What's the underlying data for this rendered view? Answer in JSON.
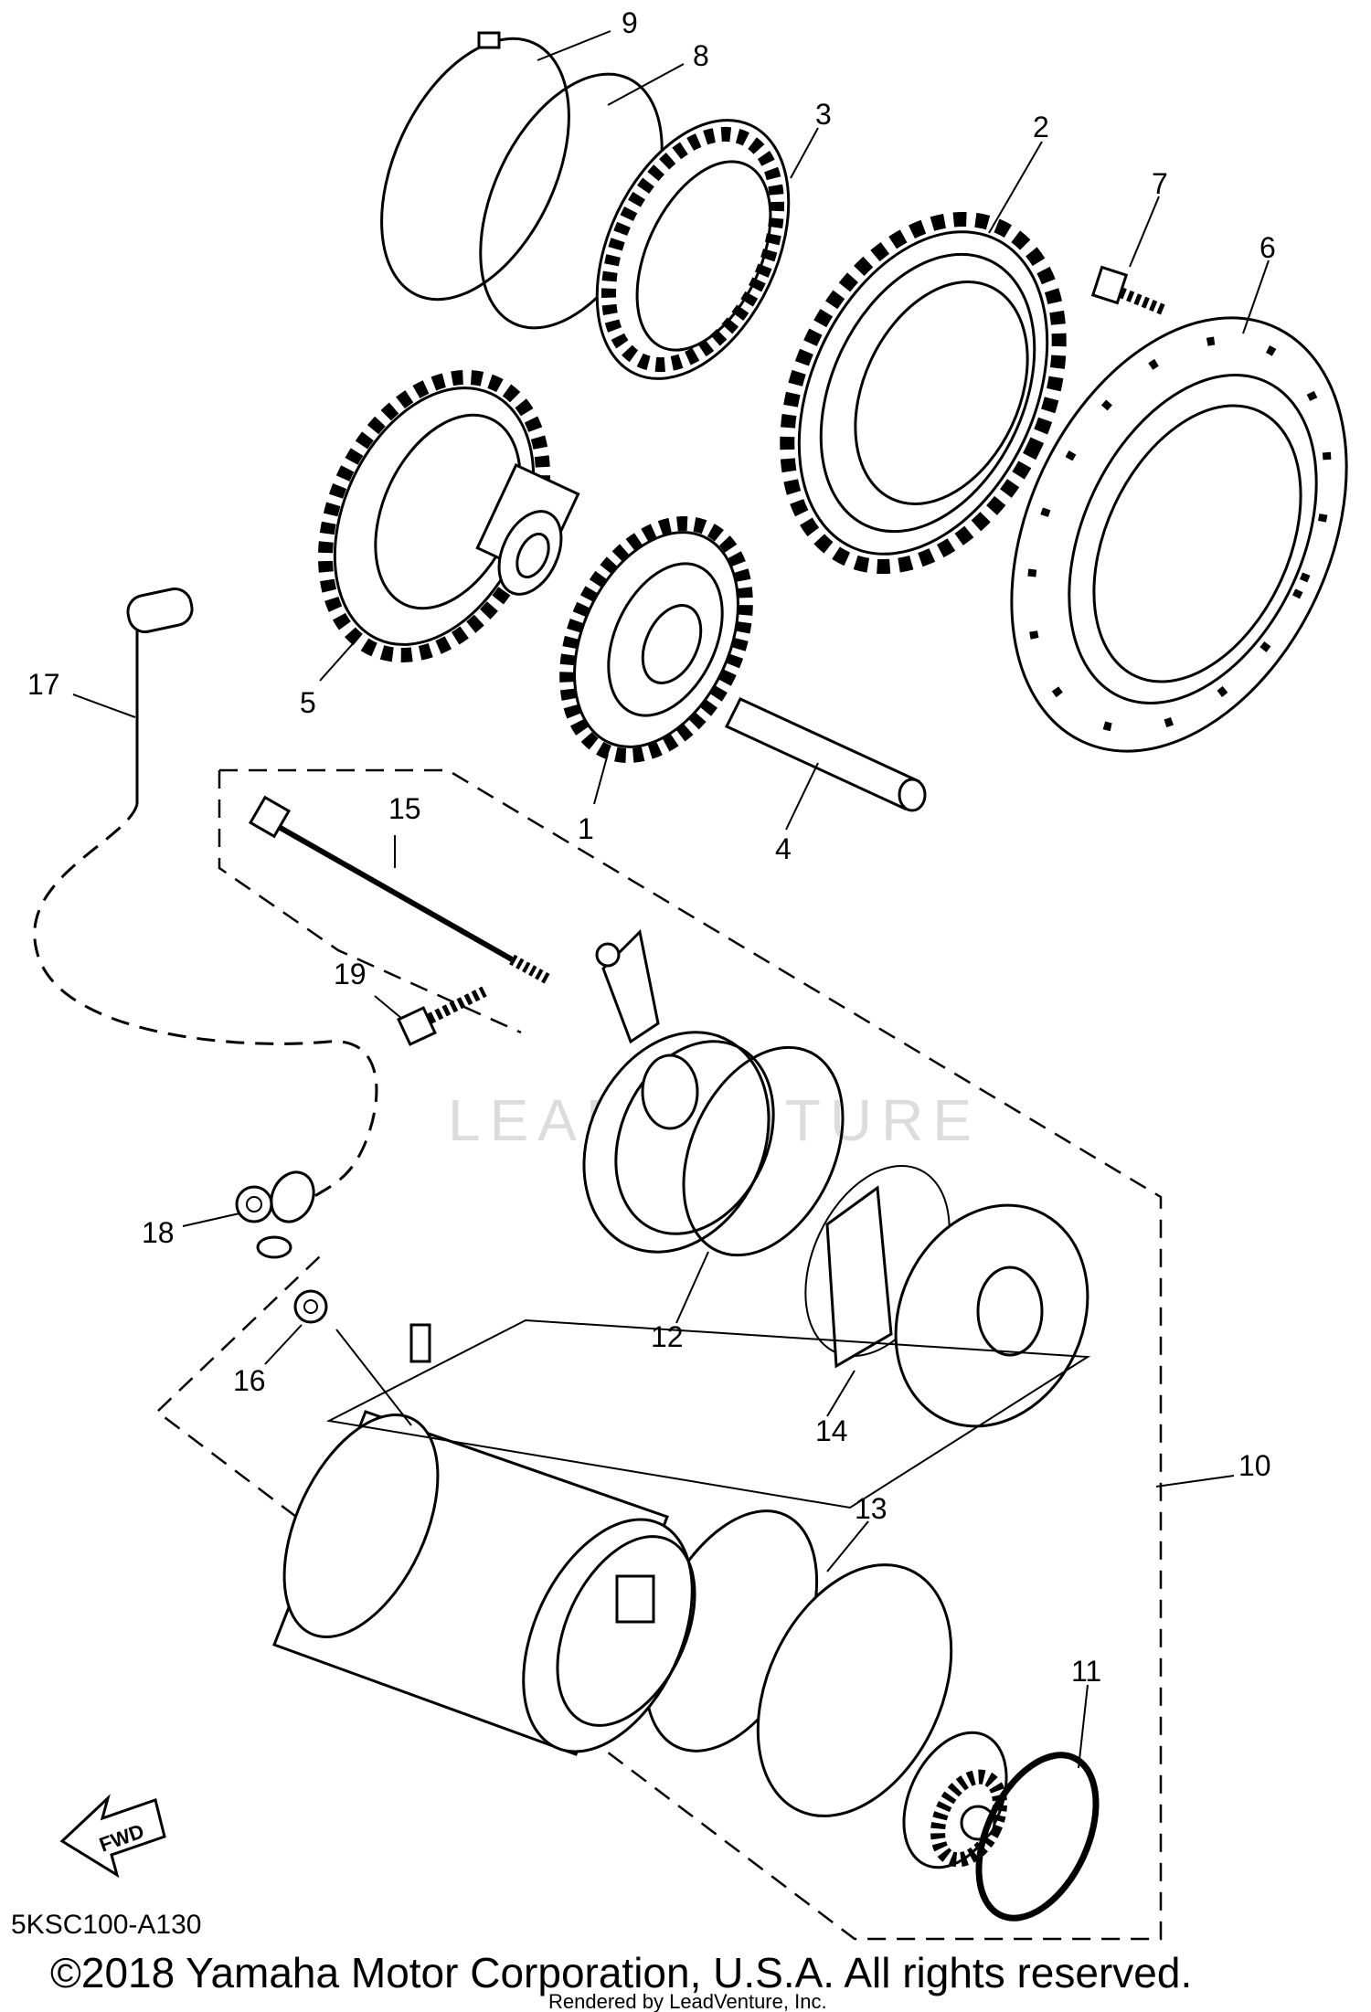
{
  "diagram": {
    "callouts": [
      "1",
      "2",
      "3",
      "4",
      "5",
      "6",
      "7",
      "8",
      "9",
      "10",
      "11",
      "12",
      "13",
      "14",
      "15",
      "16",
      "17",
      "18",
      "19"
    ],
    "fwd_label": "FWD",
    "drawing_code": "5KSC100-A130",
    "copyright": "©2018 Yamaha Motor Corporation, U.S.A. All rights reserved.",
    "render_note": "Rendered by LeadVenture, Inc.",
    "watermark": "LEADVENTURE"
  }
}
